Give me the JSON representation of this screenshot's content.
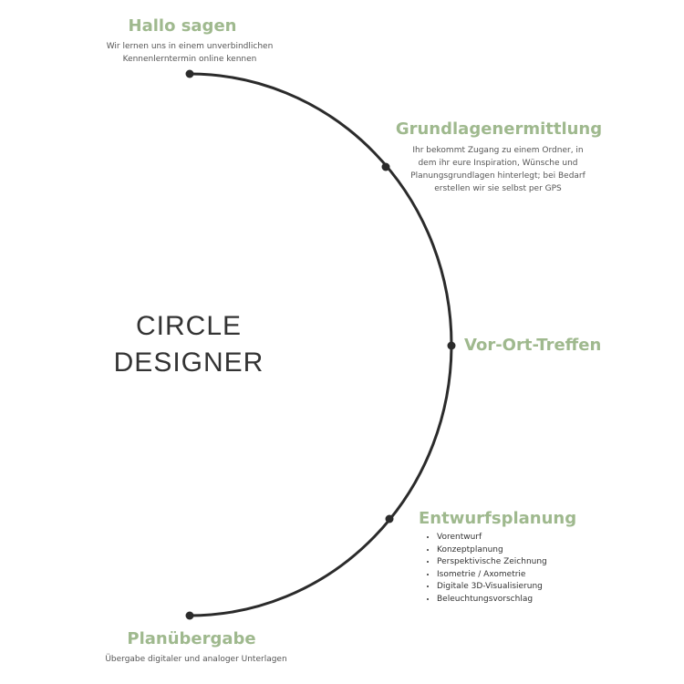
{
  "brand": {
    "line1": "CIRCLE",
    "line2": "DESIGNER"
  },
  "colors": {
    "accent": "#9fb98e",
    "arc": "#2b2b2b",
    "text": "#555555",
    "brand": "#333333"
  },
  "steps": [
    {
      "title": "Hallo sagen",
      "description": [
        "Wir lernen uns in einem unverbindlichen",
        "Kennenlerntermin online kennen"
      ]
    },
    {
      "title": "Grundlagenermittlung",
      "description": [
        "Ihr bekommt Zugang zu einem Ordner, in",
        "dem ihr eure Inspiration, Wünsche und",
        "Planungsgrundlagen hinterlegt; bei Bedarf",
        "erstellen wir sie selbst per GPS"
      ]
    },
    {
      "title": "Vor-Ort-Treffen",
      "description": []
    },
    {
      "title": "Entwurfsplanung",
      "bullets": [
        "Vorentwurf",
        "Konzeptplanung",
        "Perspektivische Zeichnung",
        "Isometrie / Axometrie",
        "Digitale 3D-Visualisierung",
        "Beleuchtungsvorschlag"
      ]
    },
    {
      "title": "Planübergabe",
      "description": [
        "Übergabe digitaler und analoger Unterlagen"
      ]
    }
  ]
}
